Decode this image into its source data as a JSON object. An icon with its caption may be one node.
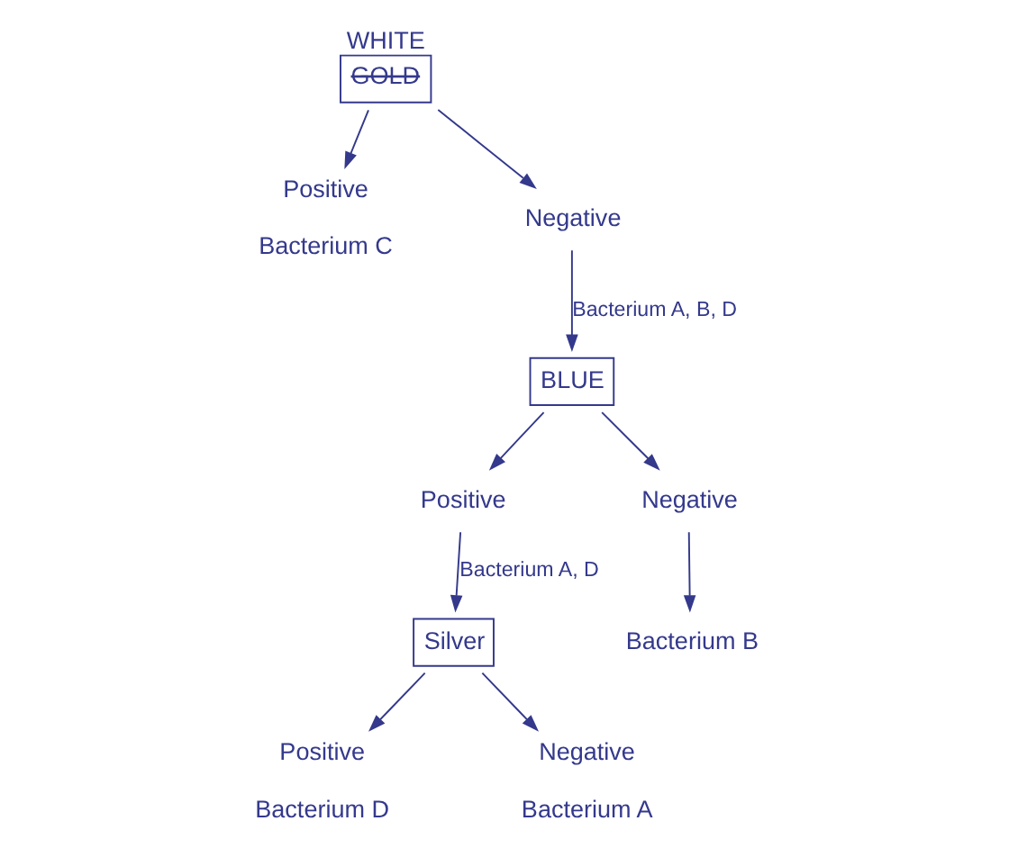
{
  "diagram": {
    "nodes": [
      {
        "text": [
          "WHITE",
          "GOLD"
        ]
      },
      {
        "text": [
          "Positive"
        ],
        "beside": [
          "Bacterium C"
        ]
      },
      {
        "text": [
          "Negative"
        ]
      },
      {
        "text": [
          "BLUE"
        ]
      },
      {
        "text": [
          "Positive"
        ]
      },
      {
        "text": [
          "Negative"
        ]
      },
      {
        "text": [
          "Bacterium B"
        ]
      },
      {
        "text": [
          "Silver"
        ]
      },
      {
        "text": [
          "Positive"
        ],
        "beside": [
          "Bacterium D"
        ]
      },
      {
        "text": [
          "Negative"
        ],
        "beside": [
          "Bacterium A"
        ]
      }
    ],
    "edges": [
      {
        "from": 0,
        "to": 1,
        "arrow": "to"
      },
      {
        "from": 0,
        "to": 2,
        "arrow": "to"
      },
      {
        "from": 2,
        "to": 3,
        "arrow": "to",
        "label": "Bacterium A, B, D"
      },
      {
        "from": 3,
        "to": 4,
        "arrow": "to"
      },
      {
        "from": 3,
        "to": 5,
        "arrow": "to"
      },
      {
        "from": 5,
        "to": 6,
        "arrow": "to"
      },
      {
        "from": 4,
        "to": 7,
        "arrow": "to",
        "label": "Bacterium A, D"
      },
      {
        "from": 7,
        "to": 8,
        "arrow": "to"
      },
      {
        "from": 7,
        "to": 9,
        "arrow": "to"
      }
    ]
  }
}
